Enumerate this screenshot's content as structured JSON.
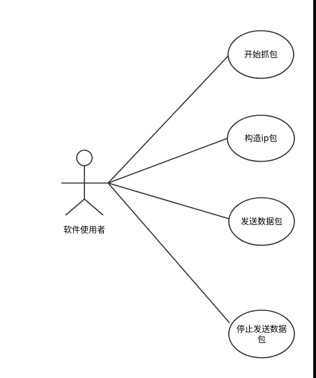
{
  "actor": {
    "label": "软件使用者",
    "icon": "stick-figure-icon"
  },
  "use_cases": [
    {
      "lines": [
        "开始抓包"
      ]
    },
    {
      "lines": [
        "构造ip包"
      ]
    },
    {
      "lines": [
        "发送数据包"
      ]
    },
    {
      "lines": [
        "停止发送数据",
        "包"
      ]
    }
  ],
  "colors": {
    "stroke": "#333333",
    "text": "#000000",
    "background": "#ffffff",
    "right_border": "#000000"
  }
}
